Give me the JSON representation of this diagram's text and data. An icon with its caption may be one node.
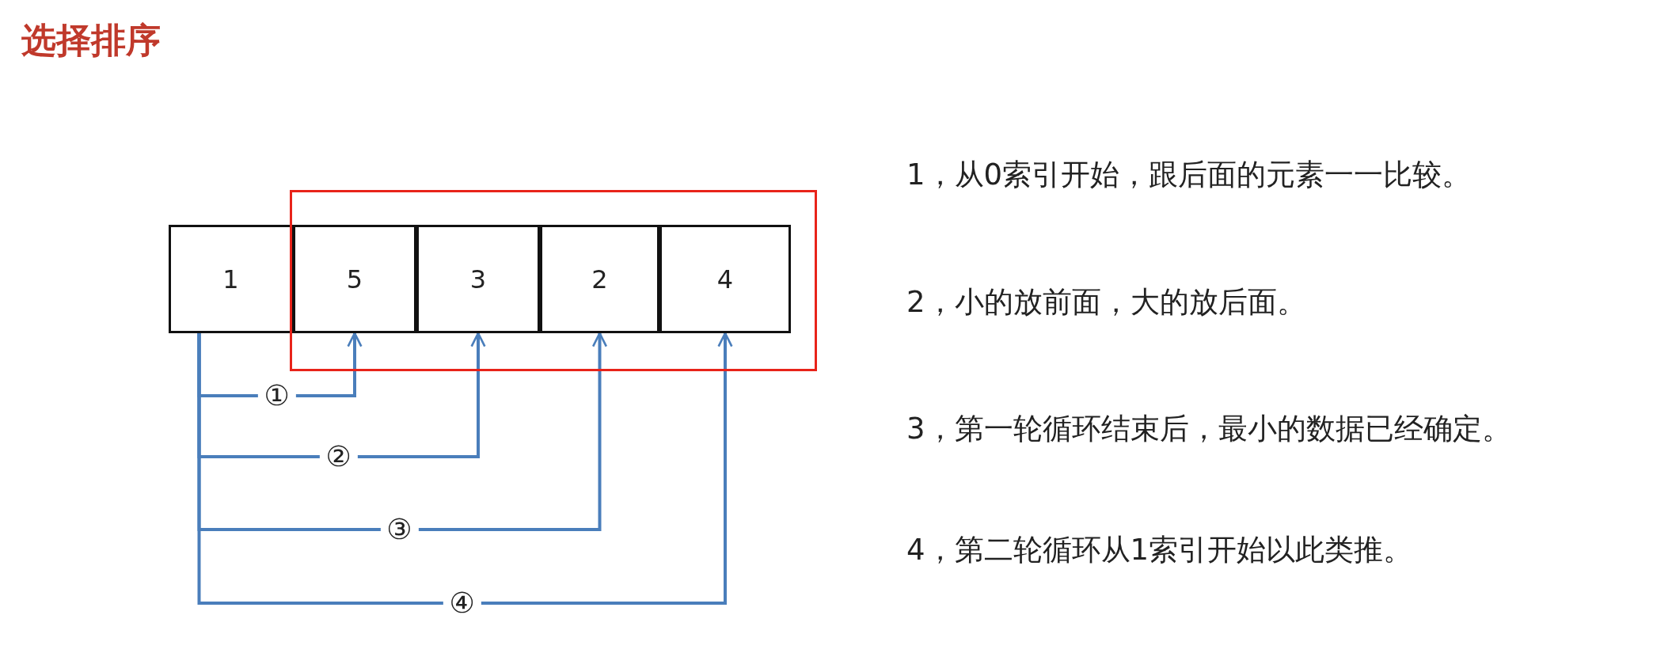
{
  "diagram": {
    "title": "选择排序",
    "nodes": [
      {
        "text": [
          "1"
        ]
      },
      {
        "text": [],
        "shape": "box"
      },
      {
        "text": [
          "5"
        ],
        "in": 1
      },
      {
        "text": [
          "3"
        ],
        "in": 1
      },
      {
        "text": [
          "2"
        ],
        "in": 1
      },
      {
        "text": [
          "4"
        ],
        "in": 1
      }
    ],
    "edges": [
      {
        "from": 0,
        "to": 2,
        "arrow": "to",
        "label": "①"
      },
      {
        "from": 0,
        "to": 3,
        "arrow": "to",
        "label": "②"
      },
      {
        "from": 0,
        "to": 4,
        "arrow": "to",
        "label": "③"
      },
      {
        "from": 0,
        "to": 5,
        "arrow": "to",
        "label": "④"
      }
    ],
    "labels": [
      "1，从0索引开始，跟后面的元素一一比较。",
      "2，小的放前面，大的放后面。",
      "3，第一轮循环结束后，最小的数据已经确定。",
      "4，第二轮循环从1索引开始以此类推。"
    ]
  }
}
